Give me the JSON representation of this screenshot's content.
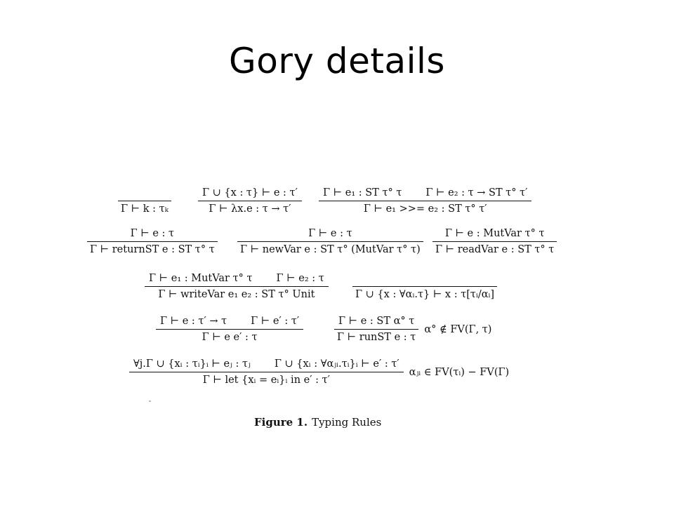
{
  "title": "Gory details",
  "rules": [
    {
      "premises": [
        ""
      ],
      "conclusion": "Γ ⊢ k : τₖ",
      "side": ""
    },
    {
      "premises": [
        "Γ ∪ {x : τ} ⊢ e : τ′"
      ],
      "conclusion": "Γ ⊢ λx.e : τ → τ′",
      "side": ""
    },
    {
      "premises": [
        "Γ ⊢ e₁ : ST τ° τ",
        "Γ ⊢ e₂ : τ → ST τ° τ′"
      ],
      "conclusion": "Γ ⊢ e₁ >>= e₂ : ST τ° τ′",
      "side": ""
    },
    {
      "premises": [
        "Γ ⊢ e : τ"
      ],
      "conclusion": "Γ ⊢ returnST e : ST τ° τ",
      "side": ""
    },
    {
      "premises": [
        "Γ ⊢ e : τ"
      ],
      "conclusion": "Γ ⊢ newVar e : ST τ° (MutVar τ° τ)",
      "side": ""
    },
    {
      "premises": [
        "Γ ⊢ e : MutVar τ° τ"
      ],
      "conclusion": "Γ ⊢ readVar e : ST τ° τ",
      "side": ""
    },
    {
      "premises": [
        "Γ ⊢ e₁ : MutVar τ° τ",
        "Γ ⊢ e₂ : τ"
      ],
      "conclusion": "Γ ⊢ writeVar e₁ e₂ : ST τ° Unit",
      "side": ""
    },
    {
      "premises": [
        ""
      ],
      "conclusion": "Γ ∪ {x : ∀αᵢ.τ} ⊢ x : τ[τᵢ/αᵢ]",
      "side": ""
    },
    {
      "premises": [
        "Γ ⊢ e : τ′ → τ",
        "Γ ⊢ e′ : τ′"
      ],
      "conclusion": "Γ ⊢ e e′ : τ",
      "side": ""
    },
    {
      "premises": [
        "Γ ⊢ e : ST α° τ"
      ],
      "conclusion": "Γ ⊢ runST e : τ",
      "side": "α° ∉ FV(Γ, τ)"
    },
    {
      "premises": [
        "∀j.Γ ∪ {xᵢ : τᵢ}ᵢ ⊢ eⱼ : τⱼ",
        "Γ ∪ {xᵢ : ∀αⱼᵢ.τᵢ}ᵢ ⊢ e′ : τ′"
      ],
      "conclusion": "Γ ⊢ let {xᵢ = eᵢ}ᵢ in e′ : τ′",
      "side": "αⱼᵢ ∈ FV(τᵢ) − FV(Γ)"
    }
  ],
  "caption": {
    "label": "Figure 1.",
    "text": "Typing Rules"
  }
}
